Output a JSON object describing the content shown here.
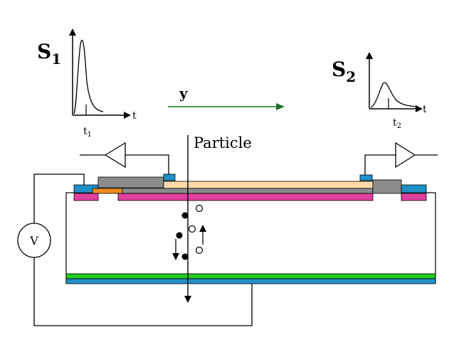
{
  "labels": {
    "s1_main": "S",
    "s1_sub": "1",
    "s2_main": "S",
    "s2_sub": "2",
    "y": "y",
    "particle": "Particle",
    "voltage": "V",
    "t_axis_left": "t",
    "t_axis_right": "t",
    "t1_main": "t",
    "t1_sub": "1",
    "t2_main": "t",
    "t2_sub": "2"
  },
  "colors": {
    "arrow_y": "#1f6f1f",
    "contact_blue": "#1e90c8",
    "implant_pink": "#e040a0",
    "resistive_orange": "#f08a20",
    "electrode_peach": "#ffd9a8",
    "oxide_gray": "#8c8c8c",
    "backplane_green": "#22cc22",
    "backplane_blue": "#1e90c8",
    "charge_filled": "#000000",
    "charge_open": "#ffffff"
  }
}
